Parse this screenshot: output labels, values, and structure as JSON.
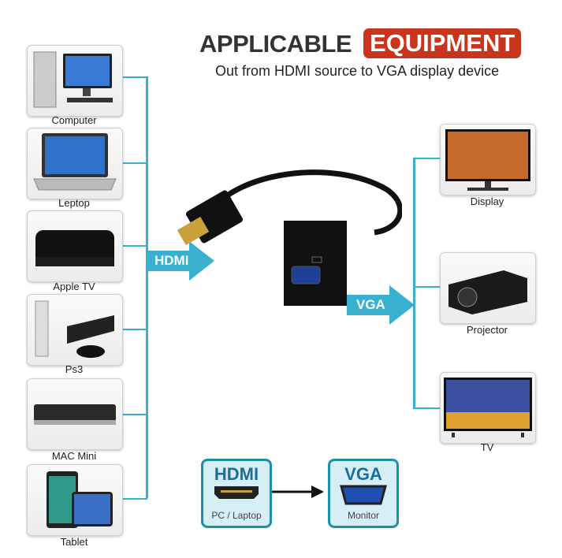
{
  "header": {
    "title": "APPLICABLE",
    "title_highlight": "EQUIPMENT",
    "subtitle": "Out from HDMI source to VGA display device"
  },
  "sources": [
    {
      "label": "Computer"
    },
    {
      "label": "Leptop"
    },
    {
      "label": "Apple TV"
    },
    {
      "label": "Ps3"
    },
    {
      "label": "MAC Mini"
    },
    {
      "label": "Tablet"
    }
  ],
  "displays": [
    {
      "label": "Display"
    },
    {
      "label": "Projector"
    },
    {
      "label": "TV"
    }
  ],
  "arrows": {
    "input": "HDMI",
    "output": "VGA"
  },
  "legend": {
    "from_title": "HDMI",
    "from_sub": "PC / Laptop",
    "to_title": "VGA",
    "to_sub": "Monitor"
  },
  "colors": {
    "accent": "#3ab0d0",
    "highlight": "#c8341c"
  }
}
